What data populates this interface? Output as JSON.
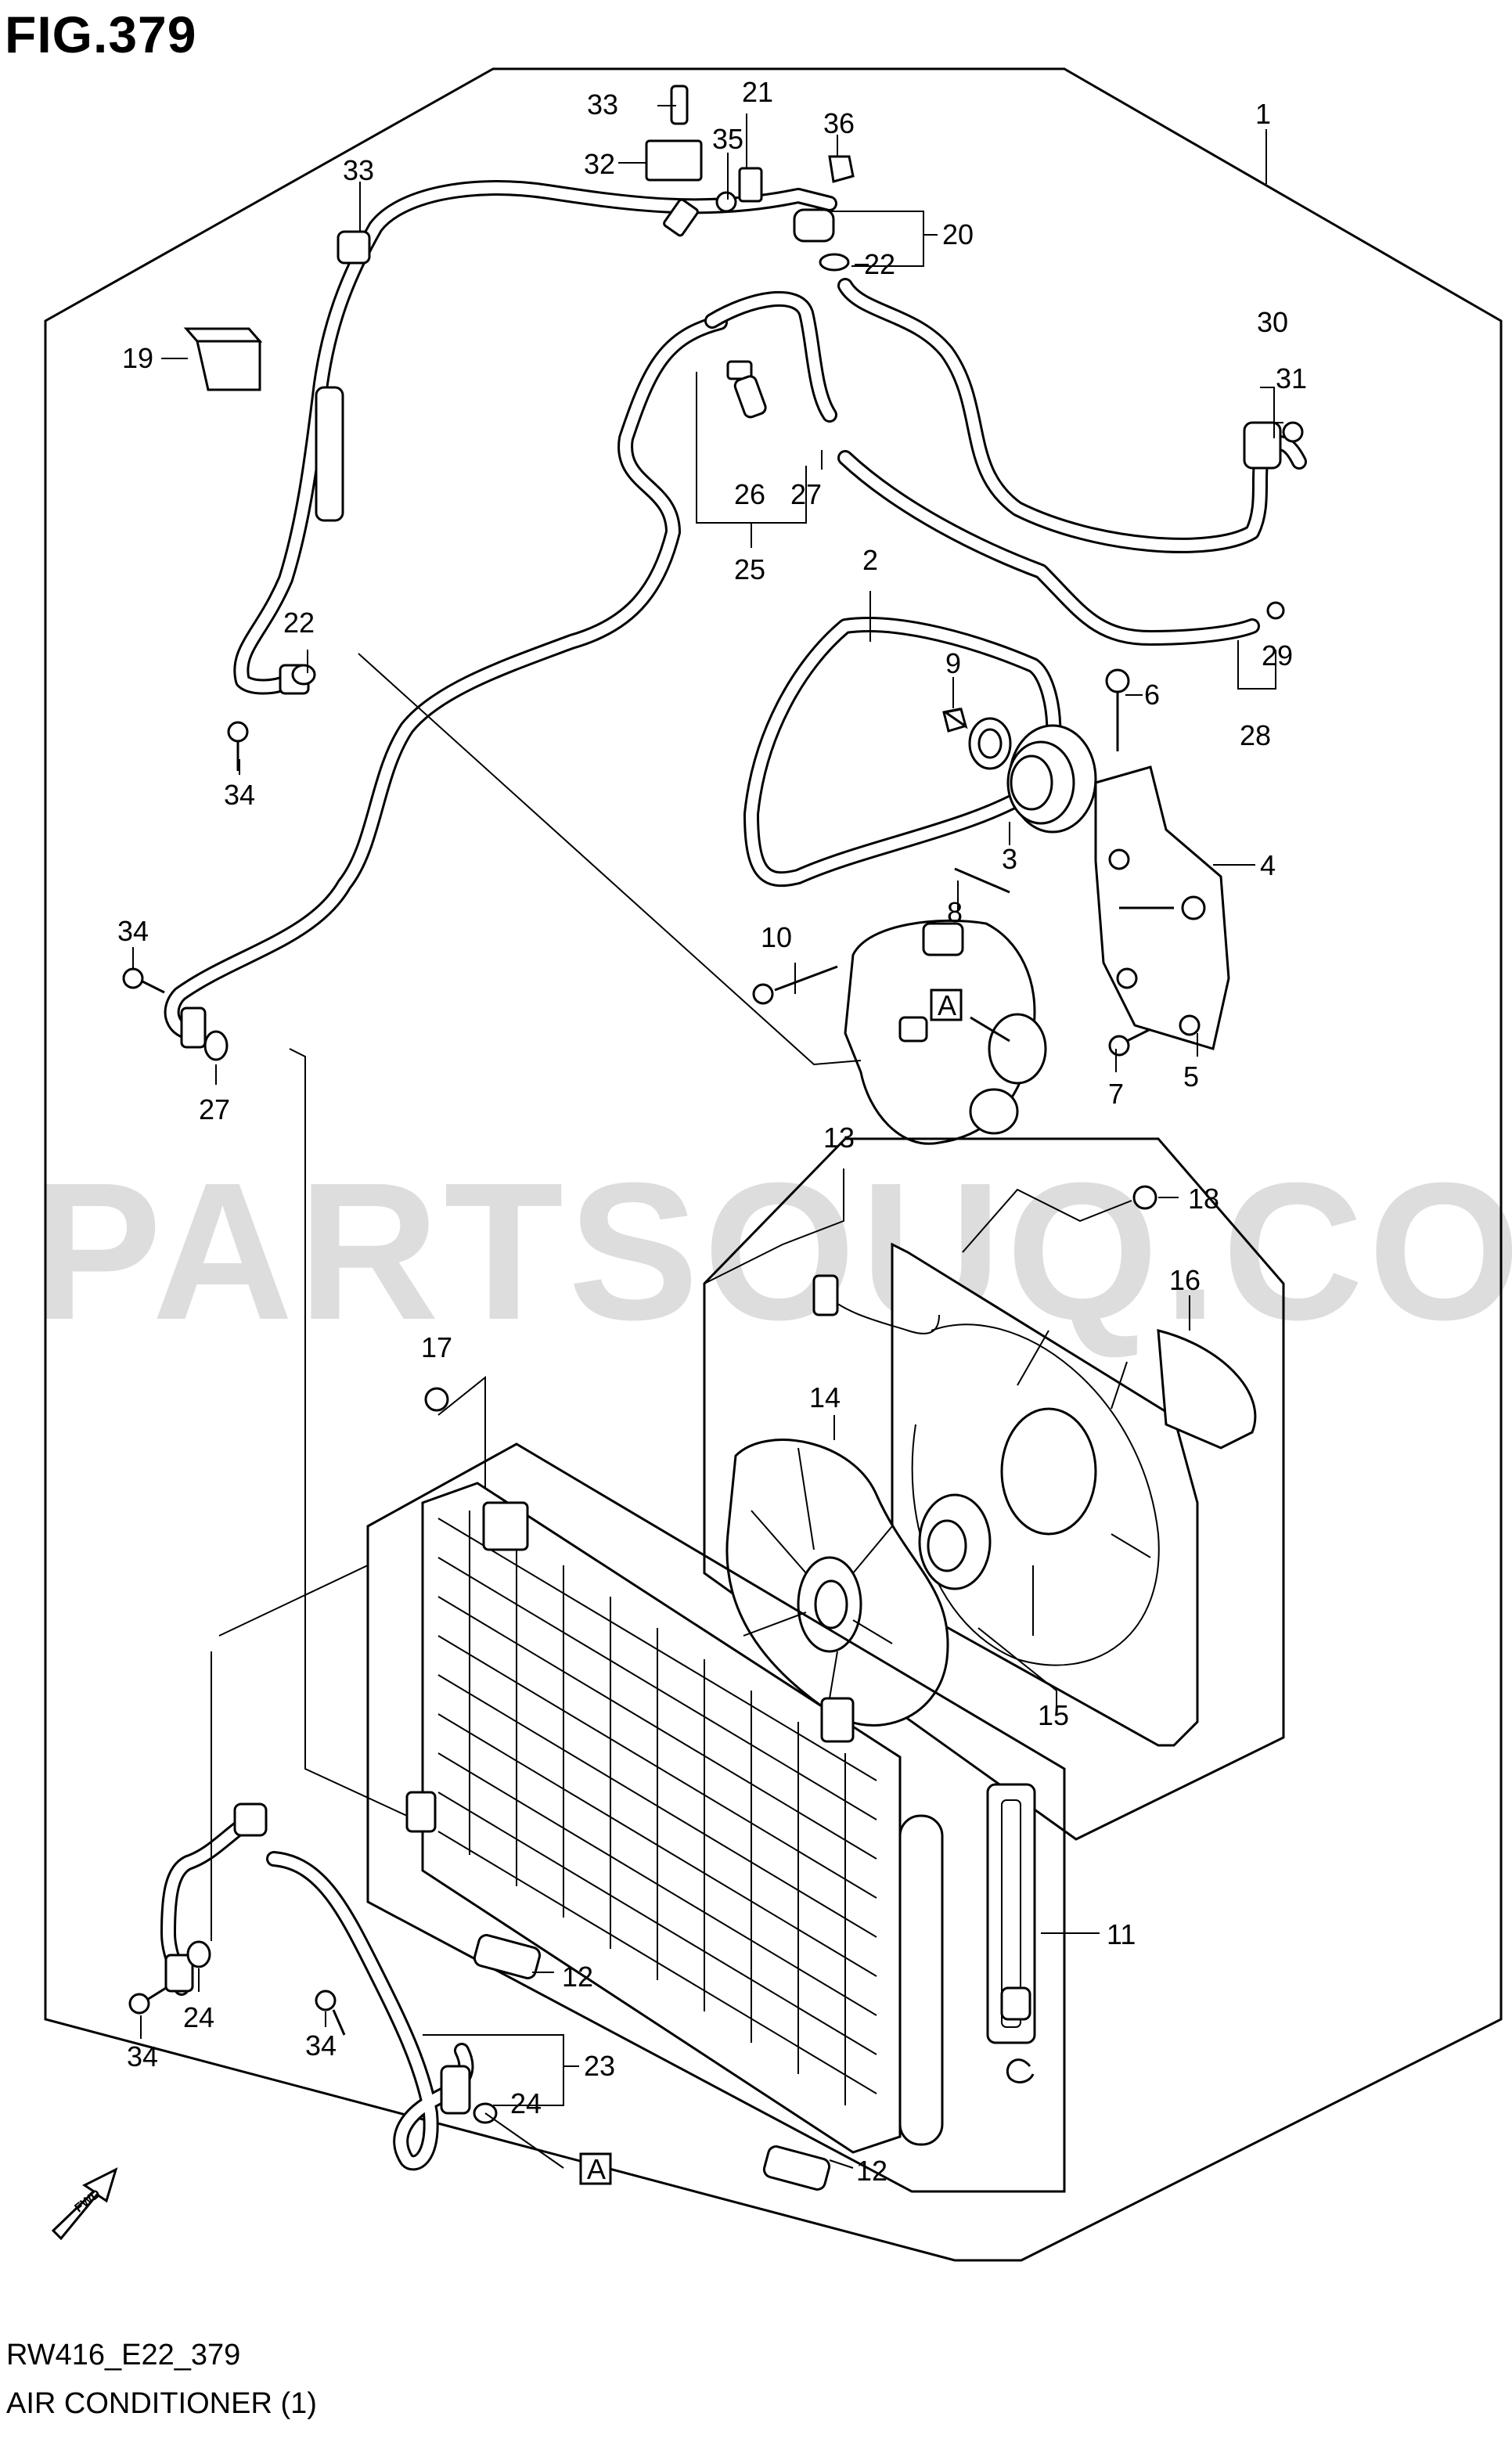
{
  "figure": {
    "title": "FIG.379",
    "code": "RW416_E22_379",
    "caption": "AIR CONDITIONER (1)",
    "watermark": "PARTSOUQ.COM",
    "fwd_label": "FWD",
    "ref_marker": "A"
  },
  "callouts": {
    "c1": "1",
    "c2": "2",
    "c3": "3",
    "c4": "4",
    "c5": "5",
    "c6": "6",
    "c7": "7",
    "c8": "8",
    "c9": "9",
    "c10": "10",
    "c11": "11",
    "c12a": "12",
    "c12b": "12",
    "c13": "13",
    "c14": "14",
    "c15": "15",
    "c16": "16",
    "c17": "17",
    "c18": "18",
    "c19": "19",
    "c20": "20",
    "c21": "21",
    "c22a": "22",
    "c22b": "22",
    "c23": "23",
    "c24a": "24",
    "c24b": "24",
    "c25": "25",
    "c26": "26",
    "c27a": "27",
    "c27b": "27",
    "c28": "28",
    "c29": "29",
    "c30": "30",
    "c31": "31",
    "c32": "32",
    "c33a": "33",
    "c33b": "33",
    "c34a": "34",
    "c34b": "34",
    "c34c": "34",
    "c34d": "34",
    "c35": "35",
    "c36": "36"
  }
}
